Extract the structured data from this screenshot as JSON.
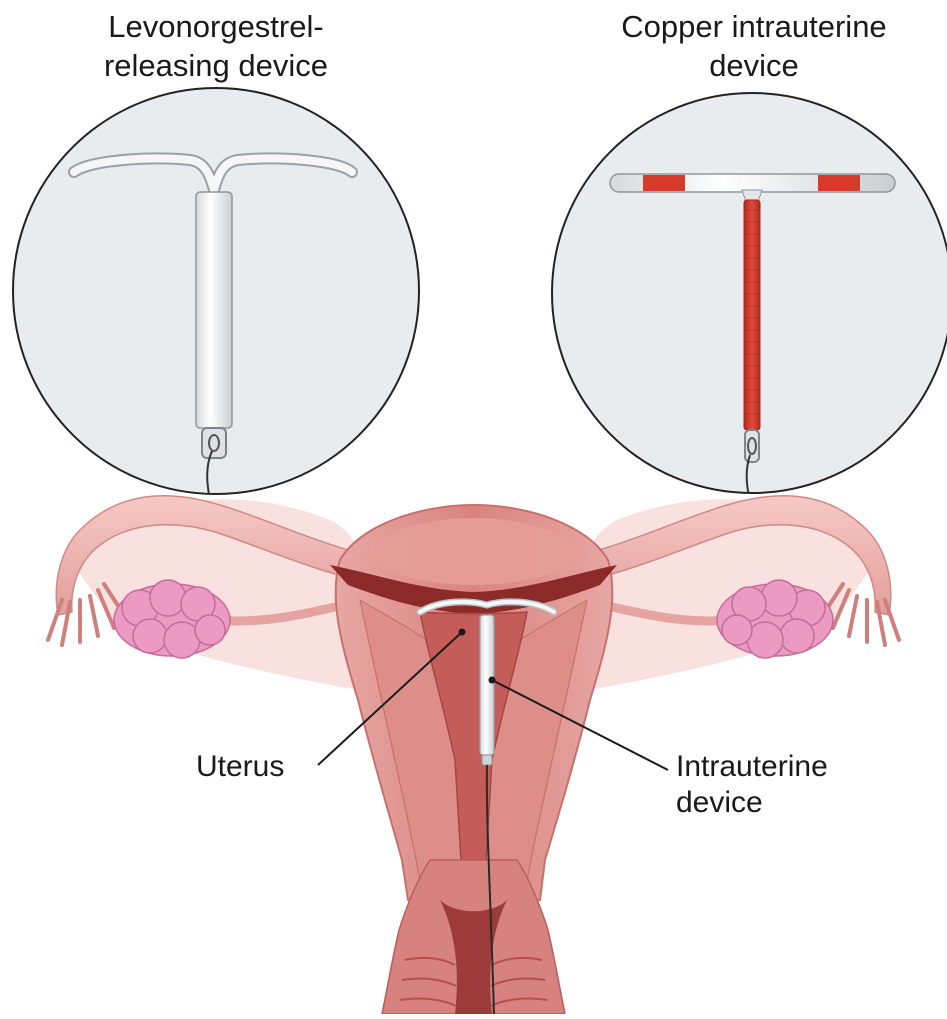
{
  "titles": {
    "left_line1": "Levonorgestrel-",
    "left_line2": "releasing device",
    "right_line1": "Copper intrauterine",
    "right_line2": "device"
  },
  "labels": {
    "uterus": "Uterus",
    "iud_line1": "Intrauterine",
    "iud_line2": "device"
  },
  "colors": {
    "circle_fill": "#e9ecef",
    "device_white": "#eef0f1",
    "device_outline": "#8f969c",
    "copper_red": "#d23a2c",
    "tissue_pink": "#f2b9b8",
    "muscle_rose": "#d98a86",
    "cavity_dark": "#8c2a2a",
    "ovary_pink": "#e88fbf",
    "leader_line": "#1a1a1a"
  }
}
